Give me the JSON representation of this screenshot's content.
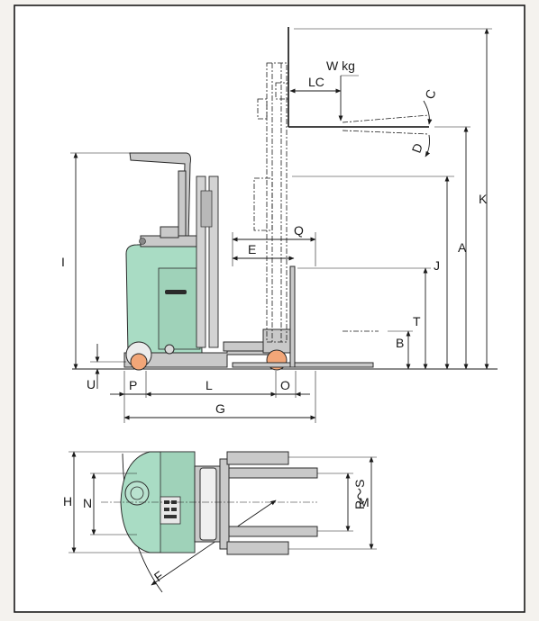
{
  "labels": {
    "A": "A",
    "B": "B",
    "C": "C",
    "D": "D",
    "E": "E",
    "F": "F",
    "G": "G",
    "H": "H",
    "I": "I",
    "J": "J",
    "K": "K",
    "L": "L",
    "M": "M",
    "N": "N",
    "O": "O",
    "P": "P",
    "Q": "Q",
    "RS": "R～S",
    "T": "T",
    "U": "U",
    "LC": "LC",
    "W": "W kg"
  }
}
